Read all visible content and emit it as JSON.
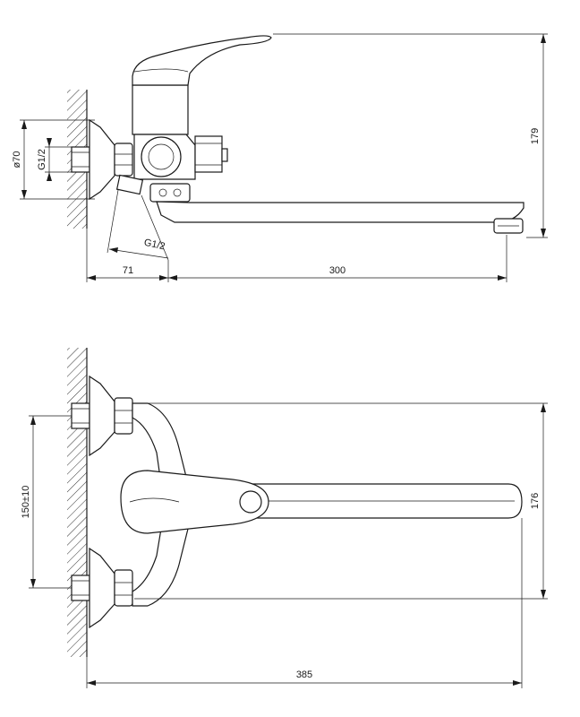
{
  "side_view": {
    "dim_height": "179",
    "dim_diameter": "ø70",
    "dim_thread_inlet": "G1/2",
    "dim_thread_outlet": "G1/2",
    "dim_offset": "71",
    "dim_spout_length": "300"
  },
  "top_view": {
    "dim_spacing": "150±10",
    "dim_depth": "176",
    "dim_total_length": "385"
  }
}
